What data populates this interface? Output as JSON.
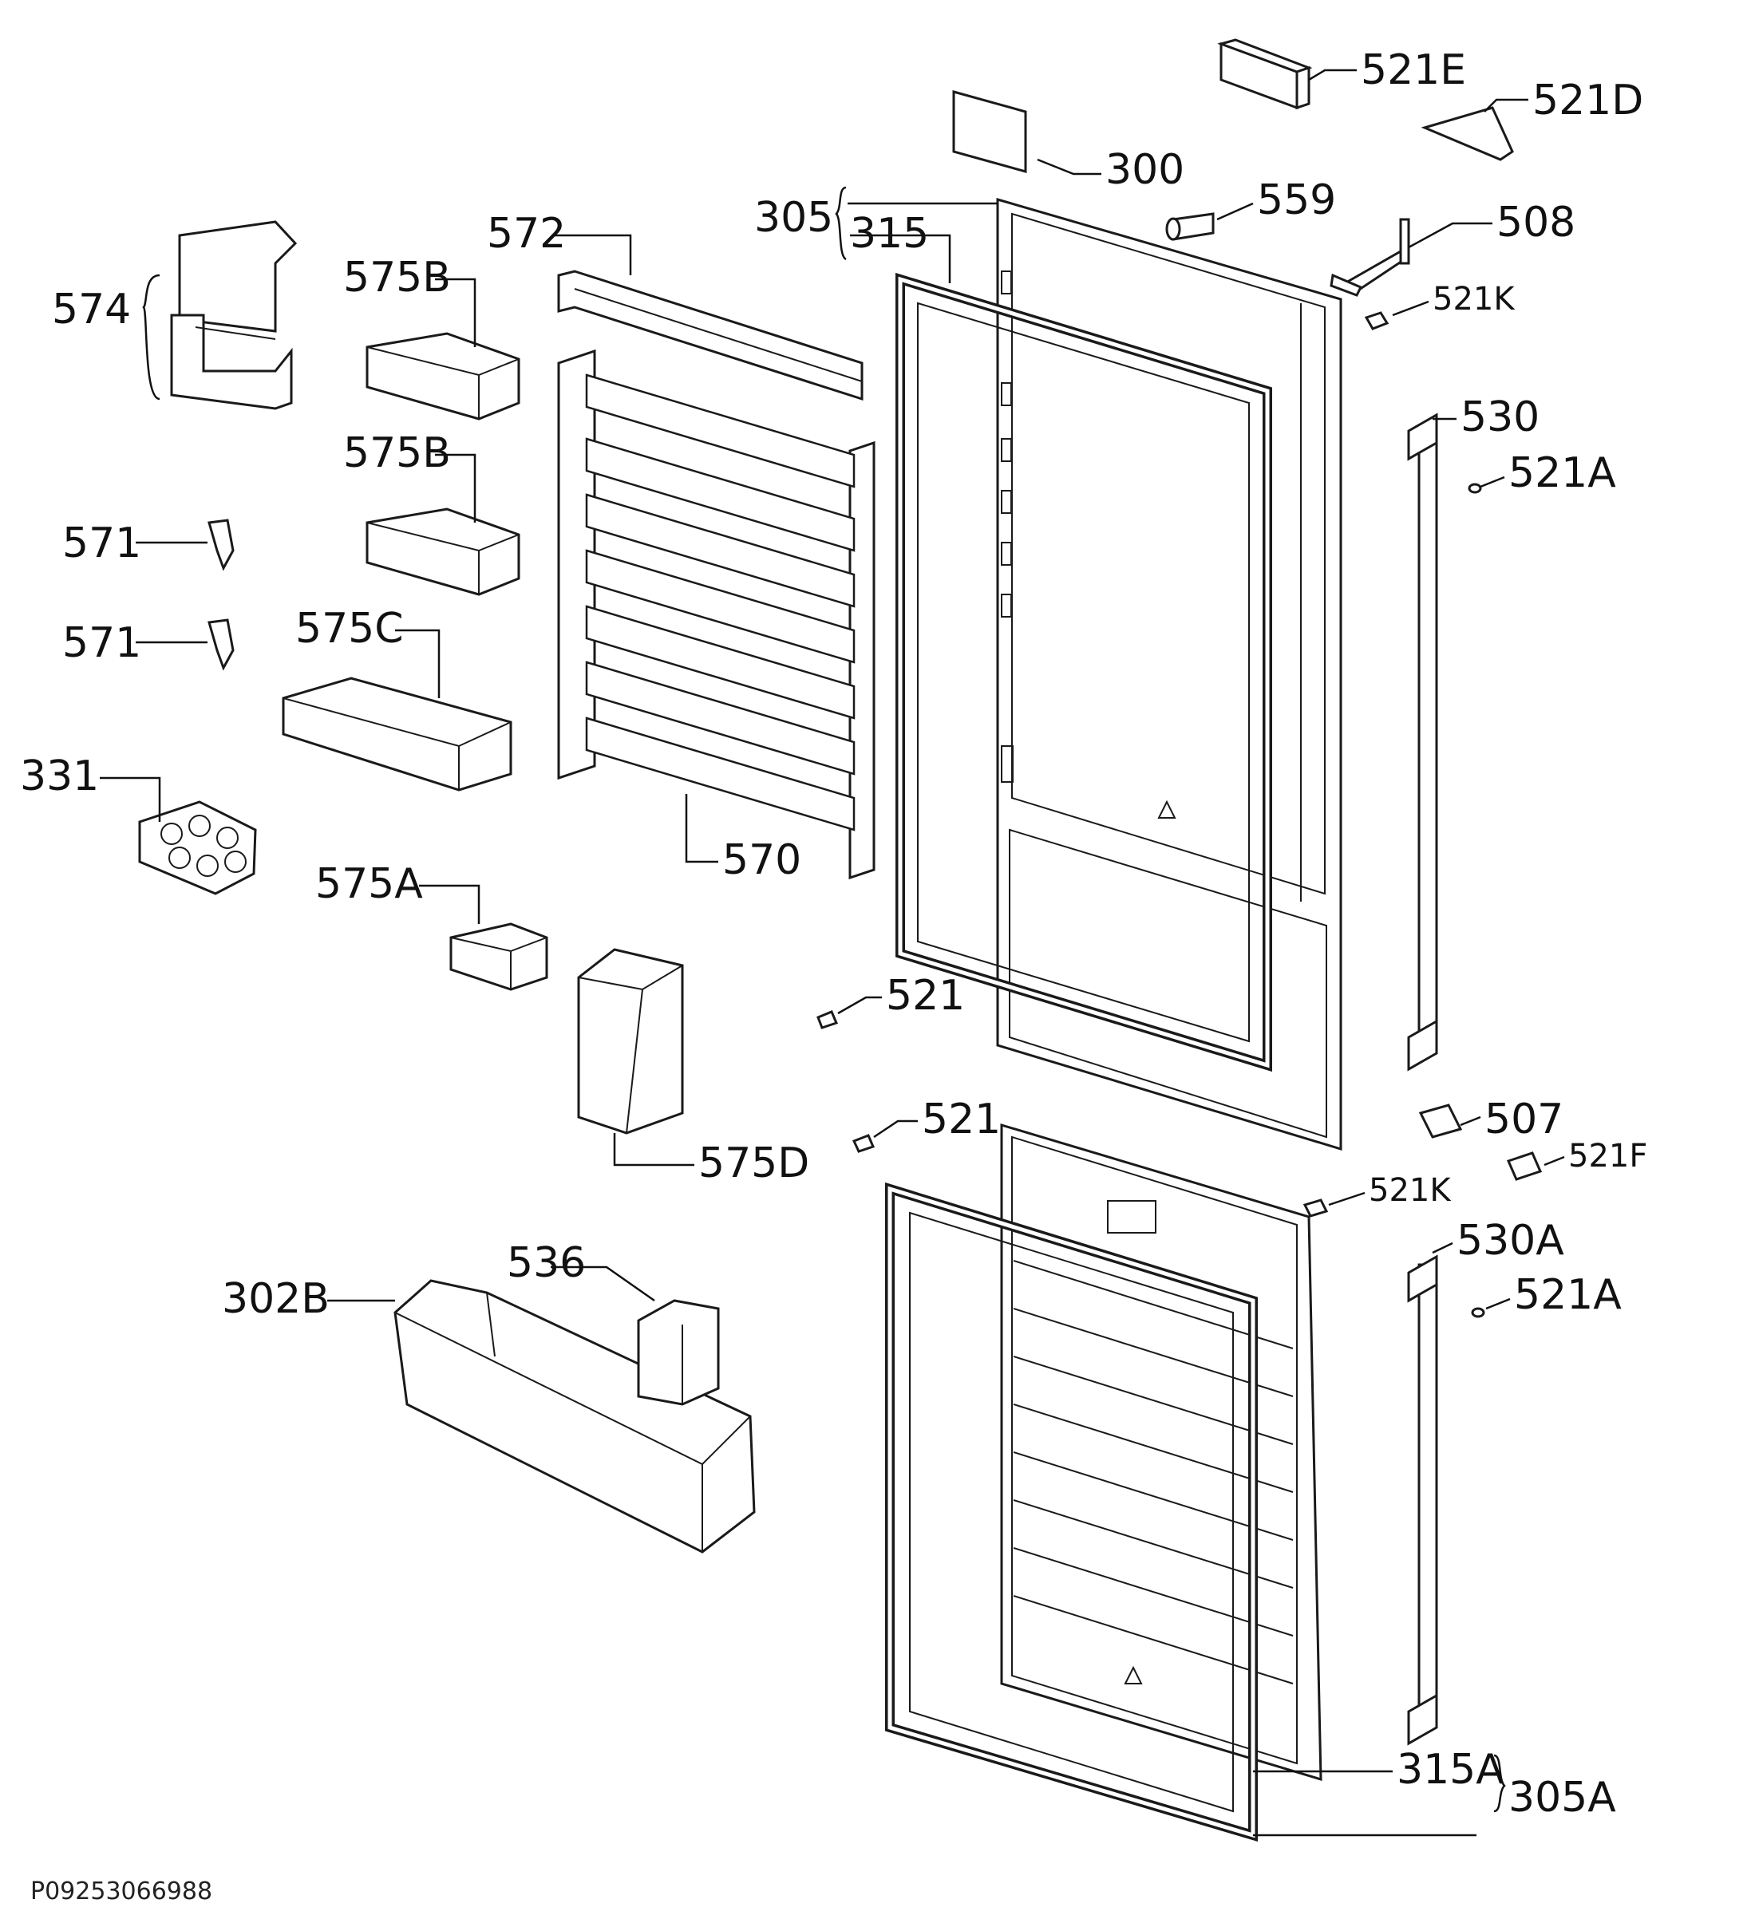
{
  "labels": {
    "l_300": "300",
    "l_521E": "521E",
    "l_521D": "521D",
    "l_559": "559",
    "l_305": "305",
    "l_315": "315",
    "l_508": "508",
    "l_521K_top": "521K",
    "l_572": "572",
    "l_575B_1": "575B",
    "l_574": "574",
    "l_575B_2": "575B",
    "l_530": "530",
    "l_521A_top": "521A",
    "l_571_1": "571",
    "l_571_2": "571",
    "l_575C": "575C",
    "l_331": "331",
    "l_570": "570",
    "l_575A": "575A",
    "l_521_1": "521",
    "l_521_2": "521",
    "l_507": "507",
    "l_575D": "575D",
    "l_521F": "521F",
    "l_521K_bottom": "521K",
    "l_530A": "530A",
    "l_536": "536",
    "l_521A_bottom": "521A",
    "l_302B": "302B",
    "l_315A": "315A",
    "l_305A": "305A"
  },
  "drawing_code": "P09253066988"
}
